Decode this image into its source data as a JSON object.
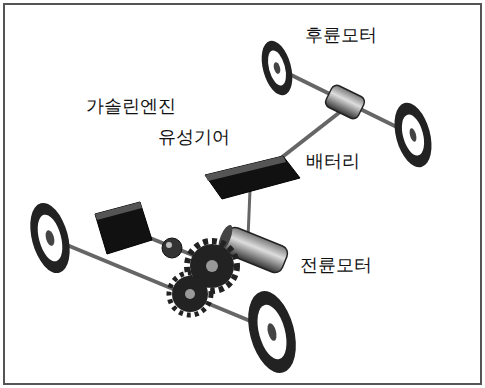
{
  "diagram": {
    "labels": [
      "후륜모터",
      "가솔린엔진",
      "유성기어",
      "배터리",
      "전륜모터"
    ]
  }
}
